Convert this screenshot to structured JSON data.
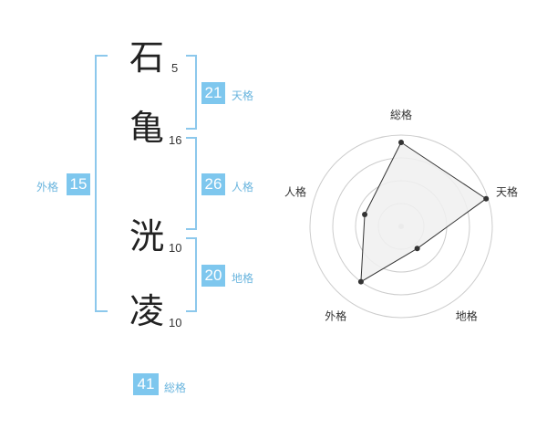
{
  "name_chars": [
    {
      "char": "石",
      "strokes": "5"
    },
    {
      "char": "亀",
      "strokes": "16"
    },
    {
      "char": "洸",
      "strokes": "10"
    },
    {
      "char": "凌",
      "strokes": "10"
    }
  ],
  "fortune": {
    "tenkaku": {
      "value": "21",
      "label": "天格"
    },
    "jinkaku": {
      "value": "26",
      "label": "人格"
    },
    "chikaku": {
      "value": "20",
      "label": "地格"
    },
    "gaikaku": {
      "value": "15",
      "label": "外格"
    },
    "soukaku": {
      "value": "41",
      "label": "総格"
    }
  },
  "chart_data": {
    "type": "radar",
    "axes": [
      "総格",
      "天格",
      "地格",
      "外格",
      "人格"
    ],
    "values": [
      0.92,
      0.98,
      0.3,
      0.75,
      0.42
    ],
    "rings": 4,
    "fill_color": "#f0f0f0",
    "line_color": "#333333",
    "ring_color": "#cccccc"
  }
}
